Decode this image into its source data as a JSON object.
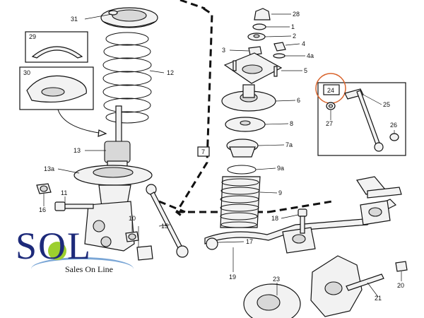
{
  "labels": {
    "l1": "1",
    "l2": "2",
    "l3": "3",
    "l4": "4",
    "l4a": "4a",
    "l5": "5",
    "l6": "6",
    "l7": "7",
    "l7a": "7a",
    "l8": "8",
    "l9": "9",
    "l9a": "9a",
    "l10": "10",
    "l11": "11",
    "l12": "12",
    "l13": "13",
    "l13a": "13a",
    "l15": "15",
    "l16": "16",
    "l17": "17",
    "l18": "18",
    "l19": "19",
    "l20": "20",
    "l21": "21",
    "l23": "23",
    "l24": "24",
    "l25": "25",
    "l26": "26",
    "l27": "27",
    "l28": "28",
    "l29": "29",
    "l30": "30",
    "l31": "31"
  },
  "logo": {
    "letters": "SOL",
    "tagline": "Sales On Line"
  },
  "colors": {
    "highlight": "#d9642c",
    "logo_blue": "#1d2a7a",
    "logo_green": "#9ccf2e"
  }
}
